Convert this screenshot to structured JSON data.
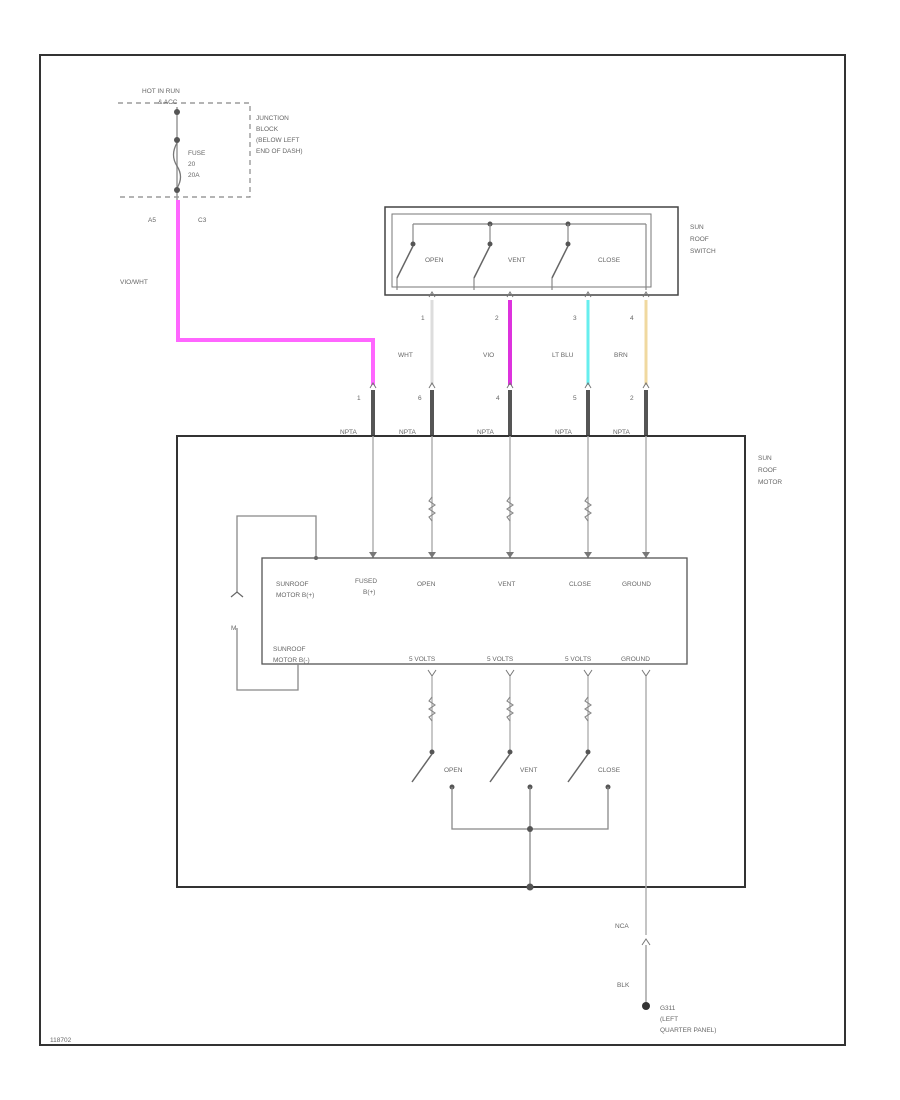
{
  "colors": {
    "frame": "#333333",
    "wire_default": "#bbbbbb",
    "wire_pink": "#ff66ff",
    "wire_violet": "#dd33dd",
    "wire_lt_blu": "#66eeee",
    "wire_brn": "#f0d9a0",
    "connector": "#555555"
  },
  "source": {
    "hot_label": "HOT IN RUN",
    "hot_label2": "& ACC",
    "junction_block": [
      "JUNCTION",
      "BLOCK",
      "(BELOW LEFT",
      "END OF DASH)"
    ],
    "fuse_label": [
      "FUSE",
      "20",
      "20A"
    ],
    "conn_pin": "A5",
    "conn_name": "C3",
    "wire_color": "VIO/WHT"
  },
  "switch": {
    "name": [
      "SUN",
      "ROOF",
      "SWITCH"
    ],
    "positions": [
      "OPEN",
      "VENT",
      "CLOSE"
    ],
    "pins": [
      "1",
      "2",
      "3",
      "4"
    ],
    "wire_colors": [
      "WHT",
      "VIO",
      "LT BLU",
      "BRN"
    ]
  },
  "motor": {
    "name": [
      "SUN",
      "ROOF",
      "MOTOR"
    ],
    "connector_pins": [
      "1",
      "6",
      "4",
      "5",
      "2"
    ],
    "connector_tags": [
      "NPTA",
      "NPTA",
      "NPTA",
      "NPTA",
      "NPTA"
    ],
    "module_inputs": [
      [
        "SUNROOF",
        "MOTOR B(+)"
      ],
      [
        "FUSED",
        "B(+)"
      ],
      [
        "OPEN"
      ],
      [
        "VENT"
      ],
      [
        "CLOSE"
      ],
      [
        "GROUND"
      ]
    ],
    "module_outputs": [
      "SUNROOF",
      "MOTOR B(-)"
    ],
    "module_bottom": [
      "5 VOLTS",
      "5 VOLTS",
      "5 VOLTS",
      "GROUND"
    ],
    "limit_switches": [
      "OPEN",
      "VENT",
      "CLOSE"
    ],
    "motor_symbol": "M"
  },
  "ground": {
    "conn_label": "NCA",
    "wire_color": "BLK",
    "name": [
      "G311",
      "(LEFT",
      "QUARTER PANEL)"
    ]
  },
  "footer": "118702"
}
